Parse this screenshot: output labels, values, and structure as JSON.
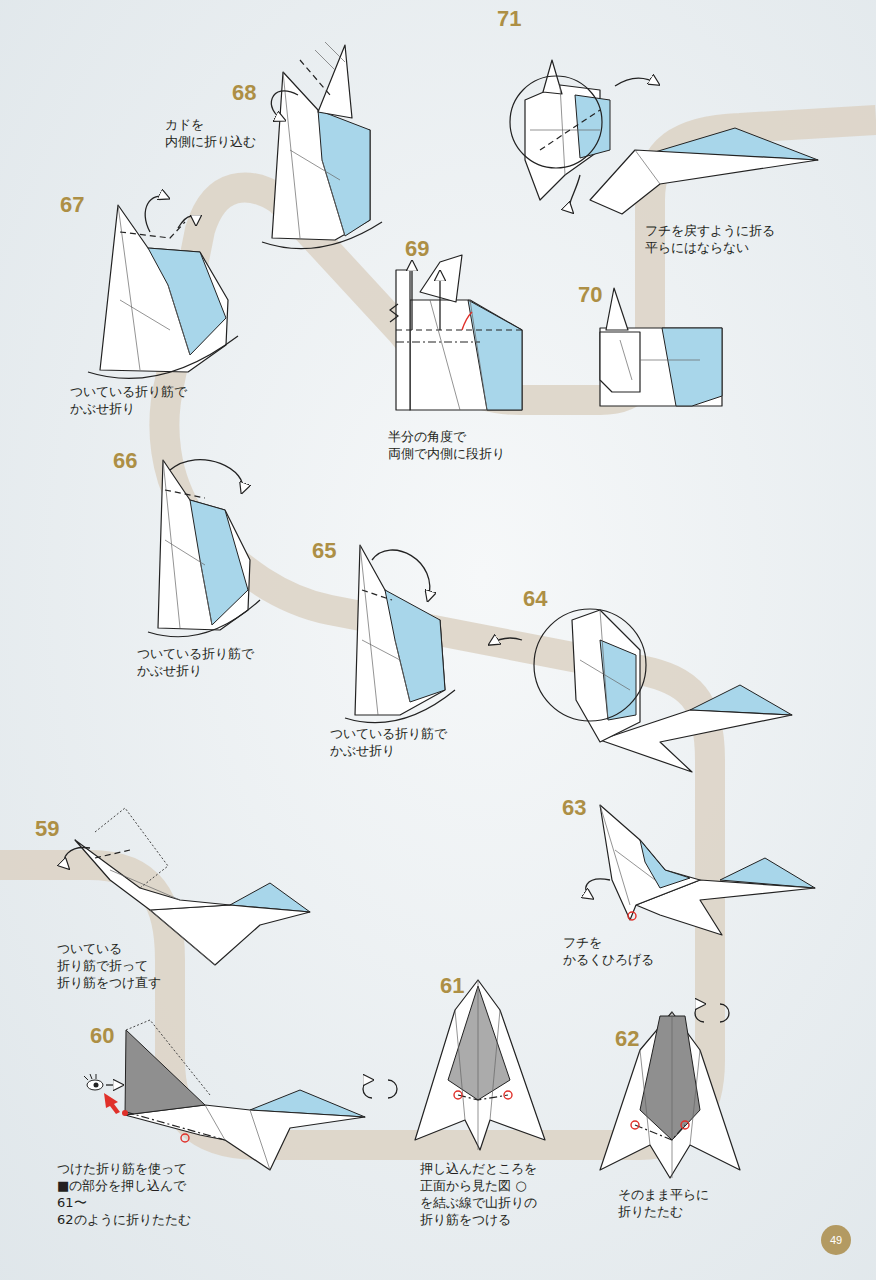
{
  "diagram": {
    "nodes": [
      {
        "text": [
          "49"
        ]
      }
    ],
    "labels": [
      "68",
      "カドを 内側に折り込む",
      "71",
      "フチを戻すように折る 平らにはならない",
      "67",
      "ついている折り筋で かぶせ折り",
      "69",
      "半分の角度で 両側で内側に段折り",
      "70",
      "66",
      "ついている折り筋で かぶせ折り",
      "65",
      "ついている折り筋で かぶせ折り",
      "64",
      "59",
      "ついている 折り筋で折って 折り筋をつけ直す",
      "63",
      "フチを かるくひろげる",
      "60",
      "つけた折り筋を使って ■の部分を押し込んで 61〜62のように折りたたむ",
      "61",
      "押し込んだところを 正面から見た図 ○を結ぶ線で山折りの 折り筋をつける",
      "62",
      "そのまま平らに 折りたたむ"
    ]
  }
}
